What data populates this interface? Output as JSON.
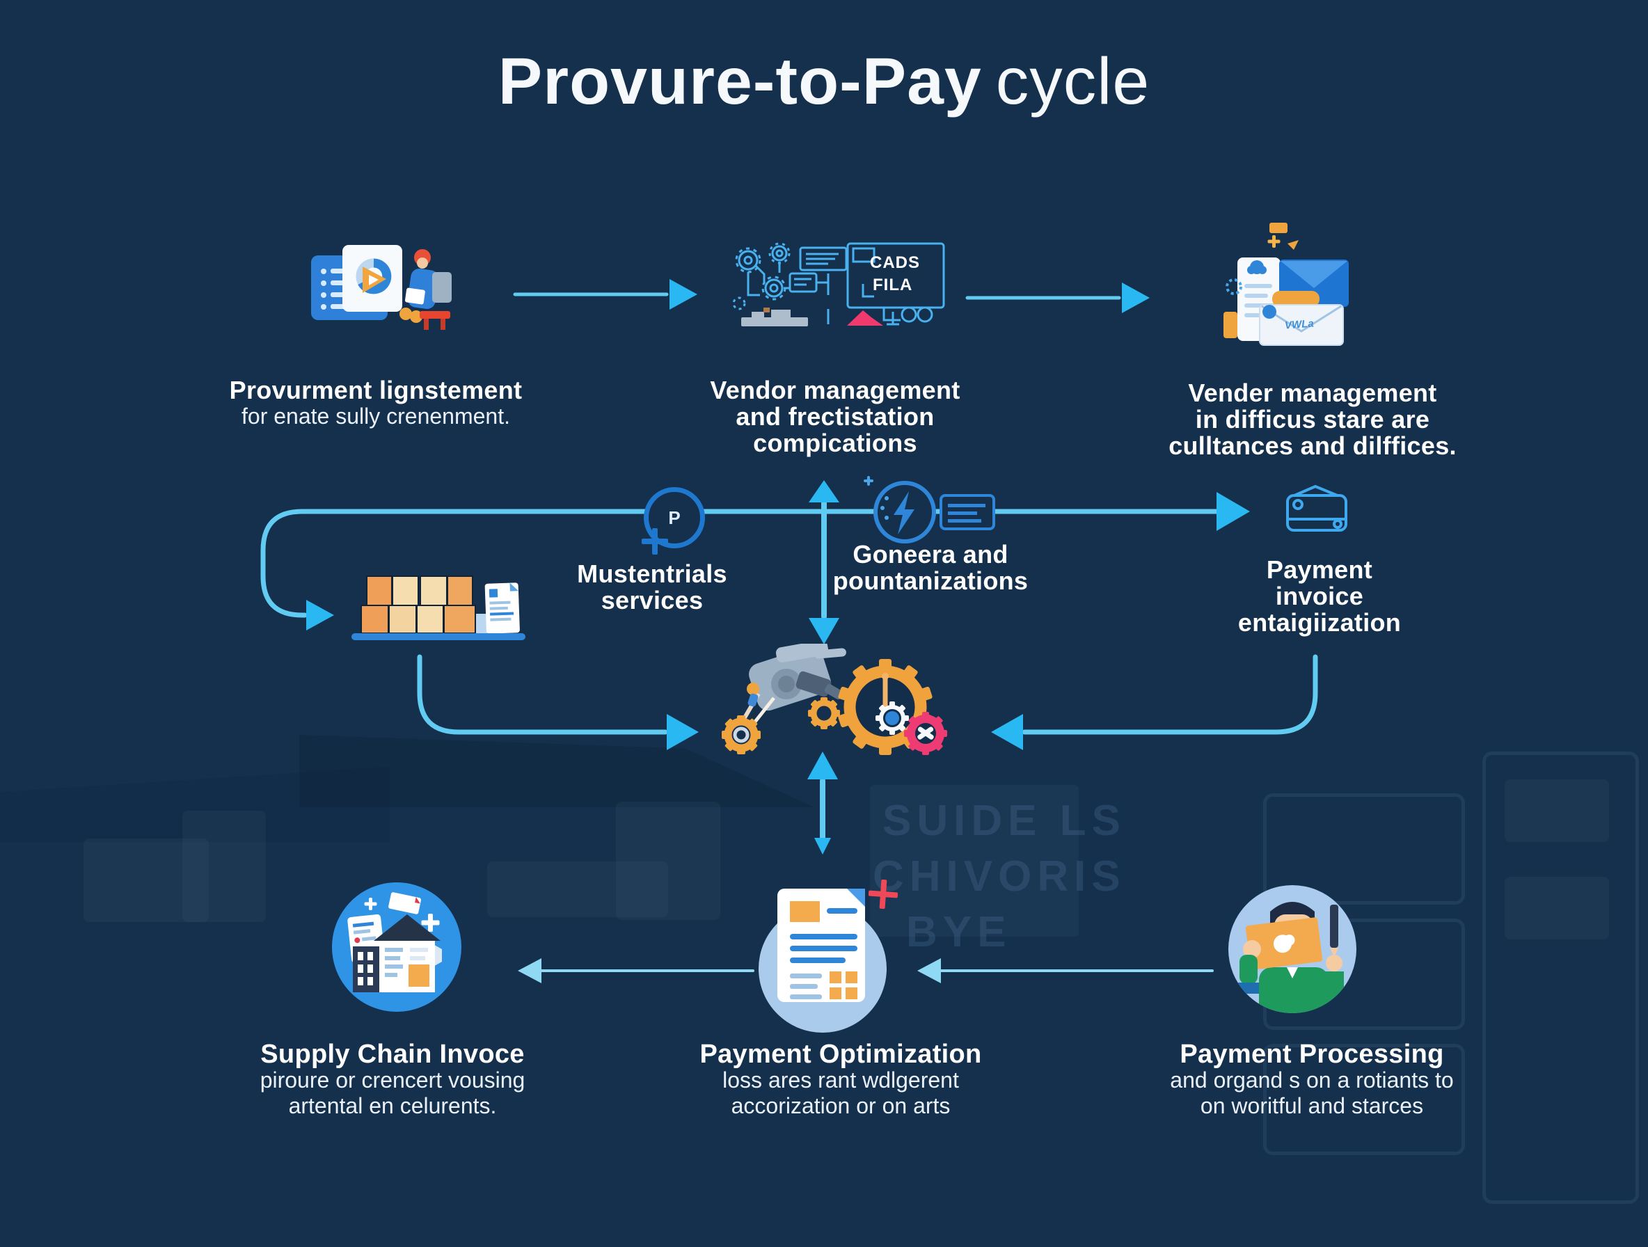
{
  "title": {
    "main": "Provure-to-Pay",
    "suffix": "cycle"
  },
  "nodes": {
    "procurement": {
      "title": "Provurment lignstement",
      "line2": "for enate sully crenenment."
    },
    "vendor": {
      "line1": "Vendor management",
      "line2": "and frectistation",
      "line3": "compications",
      "cads": "CADS",
      "fila": "FILA"
    },
    "vender2": {
      "line1": "Vender management",
      "line2": "in difficus stare are",
      "line3": "culltances and dilffices.",
      "envelope_mark": "VWLa"
    },
    "materials": {
      "line1": "Mustentrials",
      "line2": "services",
      "badge": "P"
    },
    "goneera": {
      "line1": "Goneera and",
      "line2": "pountanizations"
    },
    "payment_invoice": {
      "line1": "Payment",
      "line2": "invoice",
      "line3": "entaigiization"
    },
    "supply": {
      "title": "Supply Chain Invoce",
      "line2": "piroure or crencert vousing",
      "line3": "artental en celurents."
    },
    "optimization": {
      "title": "Payment Optimization",
      "line2": "loss ares rant wdlgerent",
      "line3": "accorization or on arts"
    },
    "processing": {
      "title": "Payment Processing",
      "line2": "and organd s on a rotiants to",
      "line3": "on woritful and starces"
    }
  },
  "watermark": {
    "line1": "SUIDE LS",
    "line2": "CHIVORIS",
    "line3": "BYE"
  },
  "colors": {
    "background": "#14304d",
    "connector_line": "#5ec9f3",
    "arrowhead": "#29b8f2",
    "accent_blue": "#2f86d8",
    "accent_orange": "#f0a43e",
    "accent_pink": "#ee3b74",
    "accent_red": "#ef4858",
    "circle_light": "#a9cbee",
    "circle_blue": "#2f93e6"
  }
}
